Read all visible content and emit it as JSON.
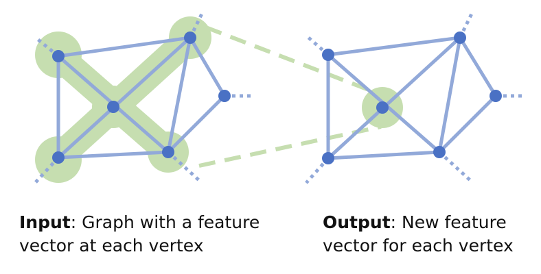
{
  "colors": {
    "edge": "#92a9d9",
    "node": "#4a71c4",
    "highlight": "#c6deb0",
    "connector": "#c6deb0",
    "text": "#111111"
  },
  "captions": {
    "input": {
      "heading": "Input",
      "rest_line1": ": Graph with a feature",
      "line2": "vector at each vertex"
    },
    "output": {
      "heading": "Output",
      "rest_line1": ": New feature",
      "line2": "vector for each vertex"
    }
  }
}
